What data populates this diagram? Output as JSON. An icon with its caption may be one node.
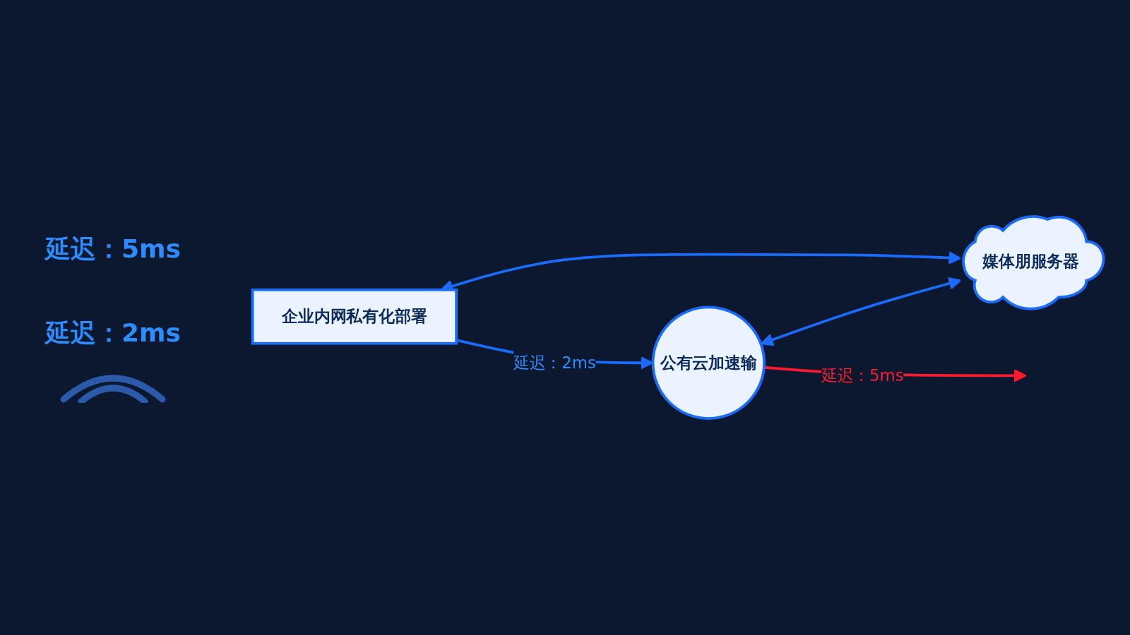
{
  "diagram": {
    "nodes": [
      {
        "text": [
          "企业内网私有化部署"
        ]
      },
      {
        "text": [
          "公有云加速输"
        ]
      },
      {
        "text": [
          "媒体朋服务器"
        ]
      }
    ],
    "edges": [
      {
        "from": 0,
        "to": 1,
        "arrow": "to",
        "label": "延迟：2ms"
      },
      {
        "from": 0,
        "to": 2,
        "arrow": "both"
      },
      {
        "from": 1,
        "to": 2,
        "arrow": "both"
      },
      {
        "from": 1,
        "to": null,
        "arrow": "to",
        "label": "延迟：5ms",
        "color": "#ff1a2e"
      }
    ],
    "labels": [
      "延迟：5ms",
      "延迟：2ms"
    ]
  }
}
